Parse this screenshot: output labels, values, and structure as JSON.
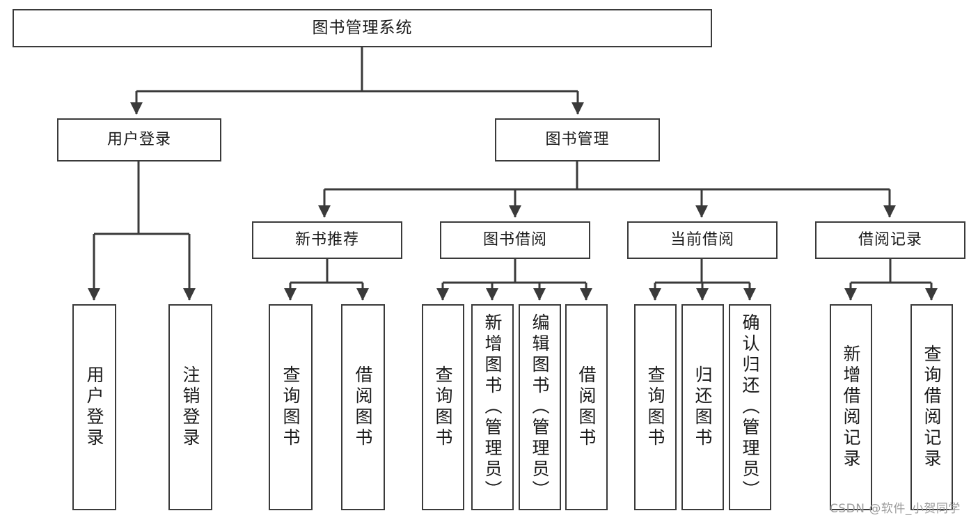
{
  "diagram": {
    "type": "tree",
    "title": "图书管理系统",
    "orientation": "top-down",
    "style": {
      "background": "#ffffff",
      "box_fill": "#ffffff",
      "box_stroke": "#3a3a3a",
      "edge_stroke": "#3a3a3a",
      "text_color": "#1a1a1a",
      "watermark_color": "#9b9b9b"
    }
  },
  "nodes": {
    "root": {
      "label": "图书管理系统"
    },
    "level2": [
      {
        "id": "user-login",
        "label": "用户登录"
      },
      {
        "id": "book-management",
        "label": "图书管理"
      }
    ],
    "level3": [
      {
        "id": "new-book-recommend",
        "label": "新书推荐"
      },
      {
        "id": "book-borrow",
        "label": "图书借阅"
      },
      {
        "id": "current-borrow",
        "label": "当前借阅"
      },
      {
        "id": "borrow-record",
        "label": "借阅记录"
      }
    ],
    "leaves": [
      {
        "id": "leaf-user-login",
        "label": "用户登录",
        "parent": "user-login"
      },
      {
        "id": "leaf-logout-login",
        "label": "注销登录",
        "parent": "user-login"
      },
      {
        "id": "leaf-query-book-1",
        "label": "查询图书",
        "parent": "new-book-recommend"
      },
      {
        "id": "leaf-borrow-book-1",
        "label": "借阅图书",
        "parent": "new-book-recommend"
      },
      {
        "id": "leaf-query-book-2",
        "label": "查询图书",
        "parent": "book-borrow"
      },
      {
        "id": "leaf-add-book",
        "label": "新增图书（管理员）",
        "parent": "book-borrow"
      },
      {
        "id": "leaf-edit-book",
        "label": "编辑图书（管理员）",
        "parent": "book-borrow"
      },
      {
        "id": "leaf-borrow-book-2",
        "label": "借阅图书",
        "parent": "book-borrow"
      },
      {
        "id": "leaf-query-book-3",
        "label": "查询图书",
        "parent": "current-borrow"
      },
      {
        "id": "leaf-return-book",
        "label": "归还图书",
        "parent": "current-borrow"
      },
      {
        "id": "leaf-confirm-return",
        "label": "确认归还（管理员）",
        "parent": "current-borrow"
      },
      {
        "id": "leaf-add-borrow-record",
        "label": "新增借阅记录",
        "parent": "borrow-record"
      },
      {
        "id": "leaf-query-borrow-record",
        "label": "查询借阅记录",
        "parent": "borrow-record"
      }
    ]
  },
  "watermark": {
    "text": "CSDN @软件_小贺同学"
  }
}
